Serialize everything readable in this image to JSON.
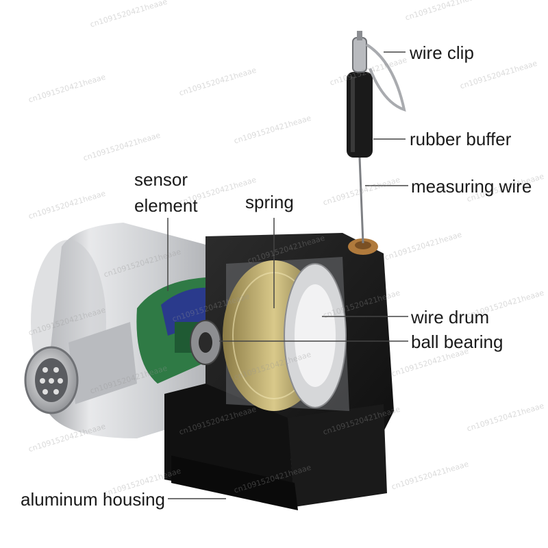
{
  "labels": {
    "wire_clip": "wire clip",
    "rubber_buffer": "rubber buffer",
    "measuring_wire": "measuring wire",
    "sensor_element_line1": "sensor",
    "sensor_element_line2": "element",
    "spring": "spring",
    "wire_drum": "wire drum",
    "ball_bearing": "ball bearing",
    "aluminum_housing": "aluminum housing"
  },
  "watermark": "cn1091520421heaae",
  "colors": {
    "housing_black": "#1b1b1b",
    "aluminum": "#d9dadc",
    "spring_gold": "#b8a468",
    "pcb_green": "#2f7a45",
    "sensor_blue": "#2a3a8c",
    "copper_outlet": "#b07a3c"
  }
}
